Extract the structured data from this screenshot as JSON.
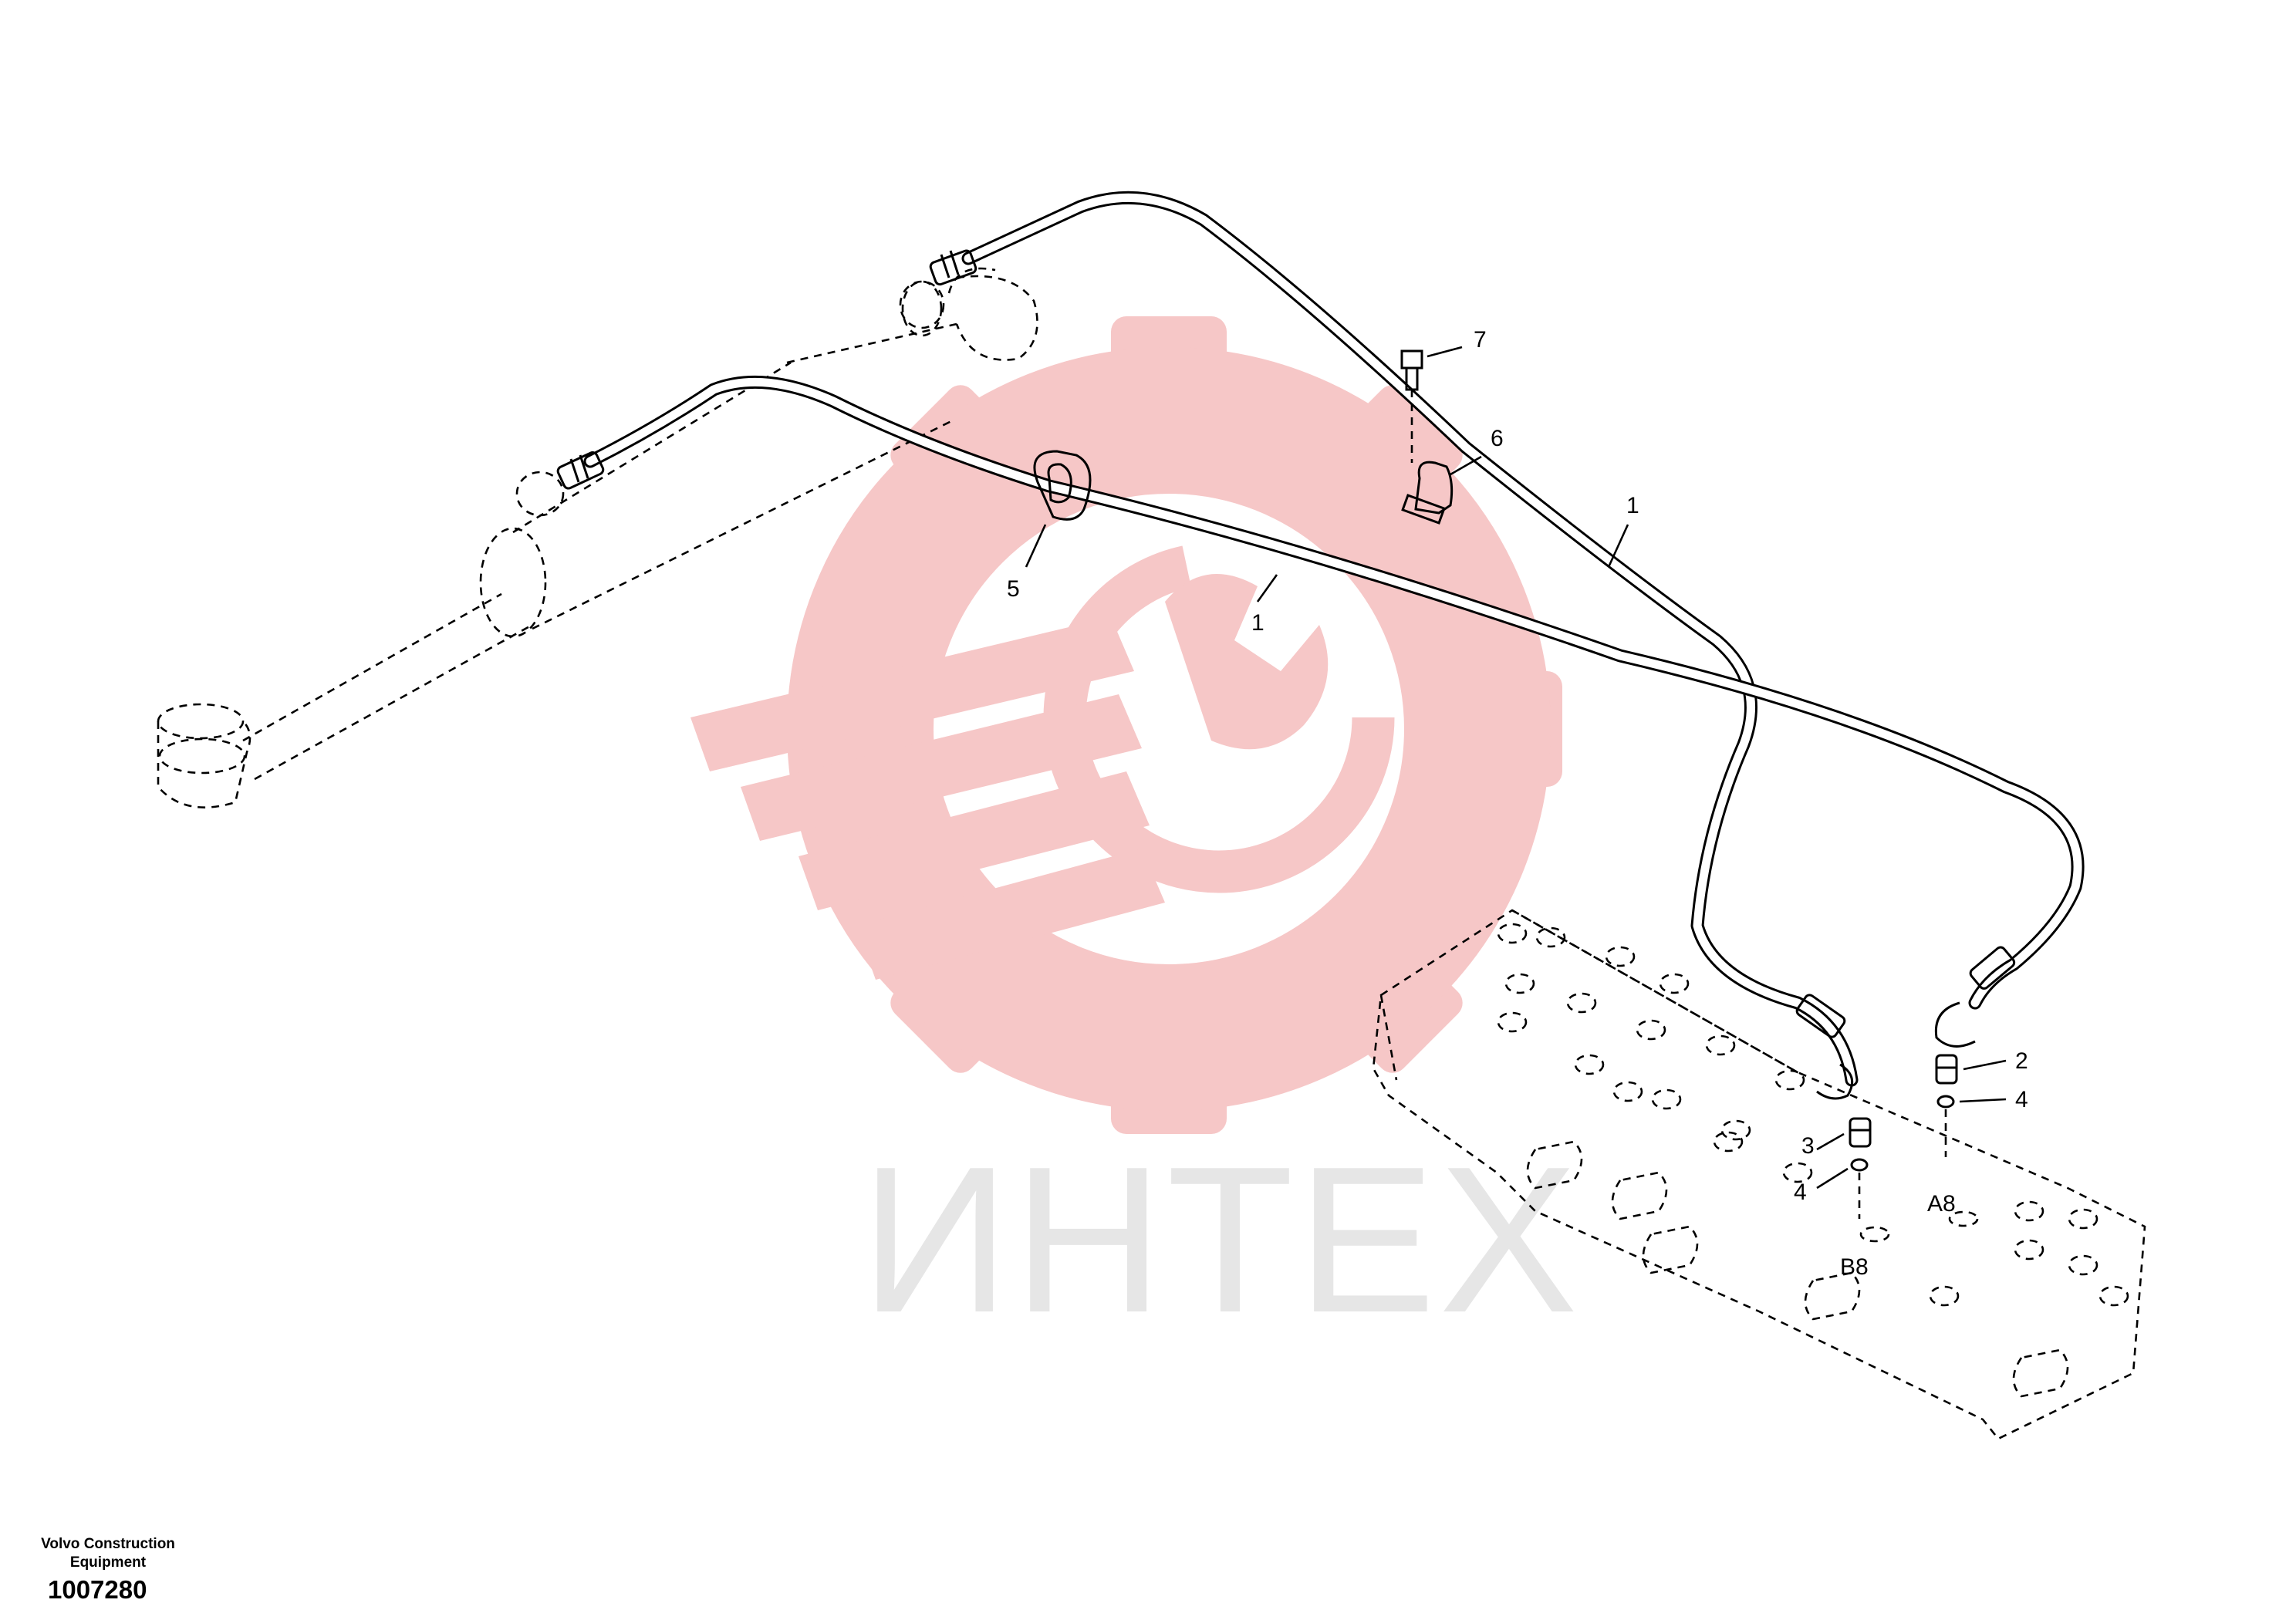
{
  "watermark": {
    "text": "ИНТЕХ",
    "logo_color": "#f6c7c7",
    "text_color": "#e6e6e6"
  },
  "callouts": {
    "pipe_upper": "1",
    "pipe_lower": "1",
    "fitting_a8": "2",
    "fitting_b8": "3",
    "oring_a8": "4",
    "oring_b8": "4",
    "grommet": "5",
    "clamp": "6",
    "bolt": "7"
  },
  "ports": {
    "a8": "A8",
    "b8": "B8"
  },
  "footer": {
    "manufacturer": "Volvo Construction Equipment",
    "document_number": "1007280"
  }
}
